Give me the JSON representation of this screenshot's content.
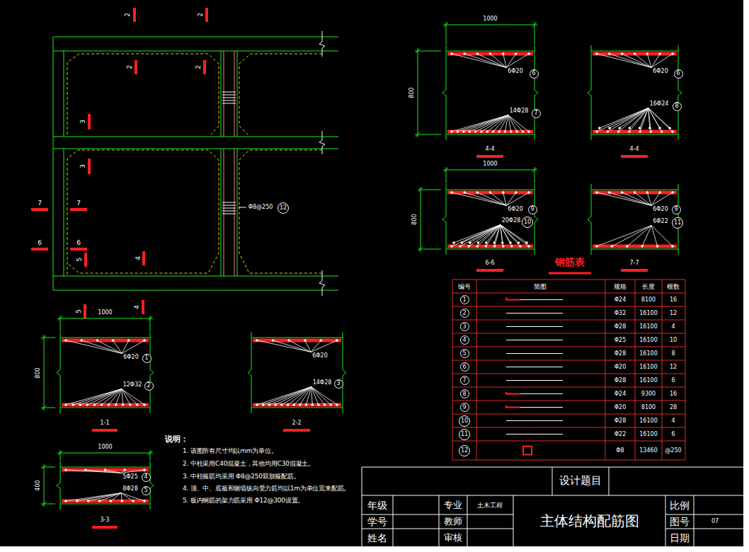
{
  "diagram": {
    "nodes": [
      {
        "text": [
          "6"
        ]
      },
      {
        "text": [
          "7"
        ]
      },
      {
        "text": [
          "6"
        ]
      },
      {
        "text": [
          "8"
        ]
      },
      {
        "text": [
          "9"
        ]
      },
      {
        "text": [
          "10"
        ]
      },
      {
        "text": [
          "9"
        ]
      },
      {
        "text": [
          "11"
        ]
      },
      {
        "text": [
          "12"
        ]
      },
      {
        "text": [
          "1"
        ]
      },
      {
        "text": [
          "2"
        ]
      },
      {
        "text": [
          "3"
        ]
      },
      {
        "text": [
          "4"
        ]
      },
      {
        "text": [
          "5"
        ]
      },
      {
        "text": [
          "1"
        ]
      },
      {
        "text": [
          "2"
        ]
      },
      {
        "text": [
          "3"
        ]
      },
      {
        "text": [
          "4"
        ]
      },
      {
        "text": [
          "5"
        ]
      },
      {
        "text": [
          "6"
        ]
      },
      {
        "text": [
          "7"
        ]
      },
      {
        "text": [
          "8"
        ]
      },
      {
        "text": [
          "9"
        ]
      },
      {
        "text": [
          "10"
        ]
      },
      {
        "text": [
          "11"
        ]
      },
      {
        "text": [
          "12"
        ]
      }
    ],
    "labels": [
      "2",
      "2",
      "2",
      "2",
      "3",
      "3",
      "7",
      "7",
      "6",
      "6",
      "5",
      "4",
      "5",
      "4",
      "Φ8@250",
      "1000",
      "800",
      "6Φ20",
      "12Φ32",
      "1-1",
      "6Φ20",
      "14Φ28",
      "2-2",
      "1000",
      "400",
      "5Φ25",
      "8Φ28",
      "3-3",
      "1000",
      "800",
      "6Φ20",
      "14Φ28",
      "4-4",
      "6Φ20",
      "16Φ24",
      "4-4",
      "1000",
      "800",
      "6Φ20",
      "20Φ28",
      "6-6",
      "6Φ20",
      "6Φ22",
      "7-7",
      "钢筋表",
      "编号",
      "简图",
      "规格",
      "长度",
      "根数",
      "Φ24",
      "8100",
      "16",
      "Φ32",
      "16100",
      "12",
      "Φ28",
      "16100",
      "4",
      "Φ25",
      "16100",
      "10",
      "Φ28",
      "16100",
      "8",
      "Φ20",
      "16100",
      "12",
      "Φ28",
      "16100",
      "6",
      "Φ24",
      "9300",
      "16",
      "Φ20",
      "8100",
      "28",
      "Φ28",
      "16100",
      "4",
      "Φ22",
      "16100",
      "6",
      "Φ8",
      "13460",
      "@250",
      "说明：",
      "1. 该图所有尺寸均以mm为单位。",
      "2. 中柱采用C40混凝土，其他均用C30混凝土。",
      "3. 中柱箍筋均采用 Φ8@250双肢箍配筋。",
      "4. 顶、中、底板和侧墙纵向受力筋均以1m为单位宽来配筋。",
      "5. 板内钢筋的架力筋采用 Φ12@300设置。",
      "设计题目",
      "年级",
      "专业",
      "土木工程",
      "主体结构配筋图",
      "比例",
      "学号",
      "教师",
      "图号",
      "07",
      "姓名",
      "审核",
      "日期"
    ]
  }
}
